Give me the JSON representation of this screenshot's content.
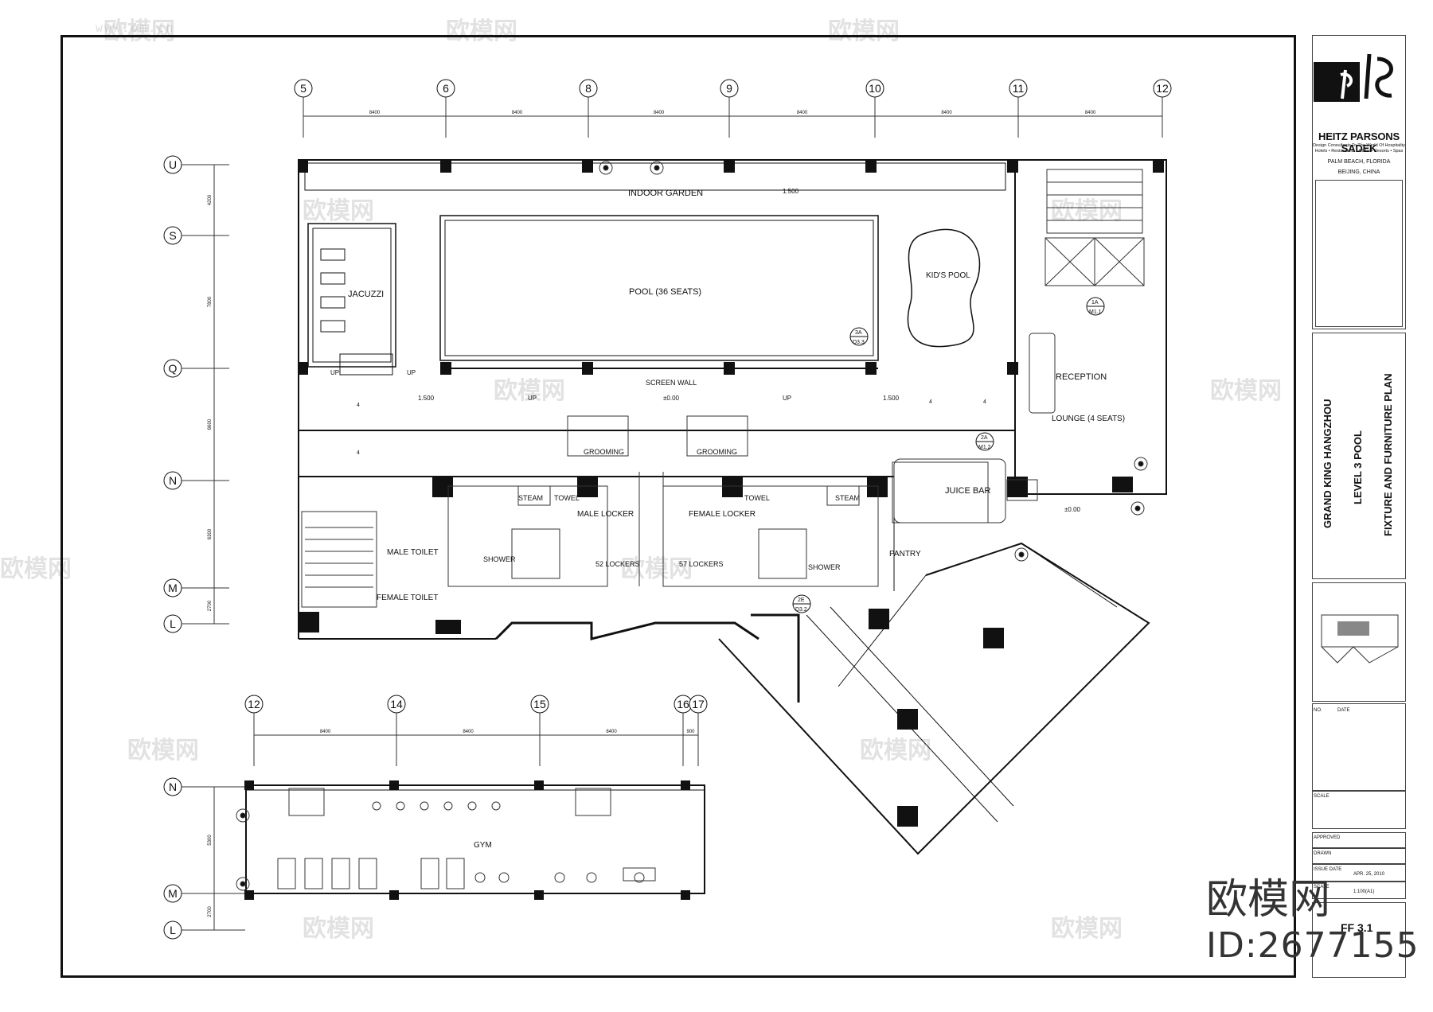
{
  "plan": {
    "grid_top": [
      "5",
      "6",
      "8",
      "9",
      "10",
      "11",
      "12"
    ],
    "grid_top_dims": [
      "8400",
      "8400",
      "8400",
      "8400",
      "8400",
      "8400"
    ],
    "grid_left": [
      "U",
      "S",
      "Q",
      "N",
      "M",
      "L"
    ],
    "grid_left_dims": [
      "4200",
      "7800",
      "6600",
      "6300",
      "2700"
    ],
    "gym_grid_top": [
      "12",
      "14",
      "15",
      "16",
      "17"
    ],
    "gym_grid_top_dims": [
      "8400",
      "8400",
      "8400",
      "900"
    ],
    "gym_grid_left": [
      "N",
      "M",
      "L"
    ],
    "gym_grid_left_dims": [
      "5300",
      "2700"
    ],
    "rooms": {
      "indoor_garden": "INDOOR  GARDEN",
      "jacuzzi": "JACUZZI",
      "pool": "POOL (36 SEATS)",
      "kids_pool": "KID'S POOL",
      "screen_wall": "SCREEN WALL",
      "reception": "RECEPTION",
      "lounge": "LOUNGE (4 SEATS)",
      "grooming_1": "GROOMING",
      "grooming_2": "GROOMING",
      "steam_1": "STEAM",
      "towel_1": "TOWEL",
      "male_locker": "MALE LOCKER",
      "female_locker": "FEMALE LOCKER",
      "towel_2": "TOWEL",
      "steam_2": "STEAM",
      "juice_bar": "JUICE BAR",
      "shower_1": "SHOWER",
      "lockers_1": "52 LOCKERS",
      "lockers_2": "57 LOCKERS",
      "shower_2": "SHOWER",
      "pantry": "PANTRY",
      "male_toilet": "MALE TOILET",
      "female_toilet": "FEMALE TOILET",
      "gym": "GYM"
    },
    "levels": {
      "l1": "1.500",
      "l2": "1.500",
      "l3": "±0.00",
      "l4": "1.500",
      "l5": "±0.00"
    },
    "up_labels": [
      "UP",
      "UP",
      "UP",
      "UP"
    ],
    "section_tags": [
      {
        "num": "3A",
        "ref": "D3.3"
      },
      {
        "num": "1A",
        "ref": "M1.1"
      },
      {
        "num": "2A",
        "ref": "M1.2"
      },
      {
        "num": "2E",
        "ref": "D3.2"
      }
    ],
    "table_seats": [
      "4",
      "4",
      "4",
      "4"
    ]
  },
  "title_block": {
    "firm": "HEITZ PARSONS SADEK",
    "tagline": "Design Consultants To The World Of Hospitality Hotels • Restaurants • Clubs • Resorts • Spas",
    "office_1": "PALM BEACH, FLORIDA",
    "office_2": "BEIJING, CHINA",
    "project": "GRAND KING HANGZHOU",
    "level": "LEVEL  3  POOL",
    "drawing": "FIXTURE AND FURNITURE PLAN",
    "rev_no": "NO.",
    "rev_date": "DATE",
    "scale_label": "SCALE",
    "approved": "APPROVED",
    "drawn": "DRAWN",
    "issue_date_label": "ISSUE DATE",
    "issue_date": "APR. 25, 2010",
    "scale2_label": "SCALE",
    "scale2": "1:100(A1)",
    "sheet_no": "FF 3.1"
  },
  "watermark": {
    "brand": "欧模网",
    "site": "www.om.cn",
    "id": "ID:2677155"
  }
}
